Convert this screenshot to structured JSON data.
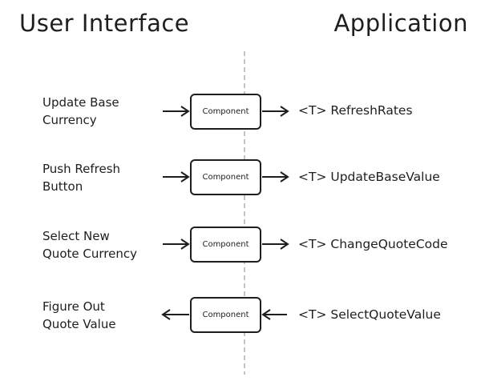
{
  "headings": {
    "ui": "User Interface",
    "app": "Application"
  },
  "rows": [
    {
      "ui_lines": [
        "Update Base",
        "Currency"
      ],
      "component": "Component",
      "event": "<T> RefreshRates",
      "direction": "to-app"
    },
    {
      "ui_lines": [
        "Push Refresh",
        "Button"
      ],
      "component": "Component",
      "event": "<T> UpdateBaseValue",
      "direction": "to-app"
    },
    {
      "ui_lines": [
        "Select New",
        "Quote Currency"
      ],
      "component": "Component",
      "event": "<T> ChangeQuoteCode",
      "direction": "to-app"
    },
    {
      "ui_lines": [
        "Figure Out",
        "Quote Value"
      ],
      "component": "Component",
      "event": "<T> SelectQuoteValue",
      "direction": "to-ui"
    }
  ]
}
